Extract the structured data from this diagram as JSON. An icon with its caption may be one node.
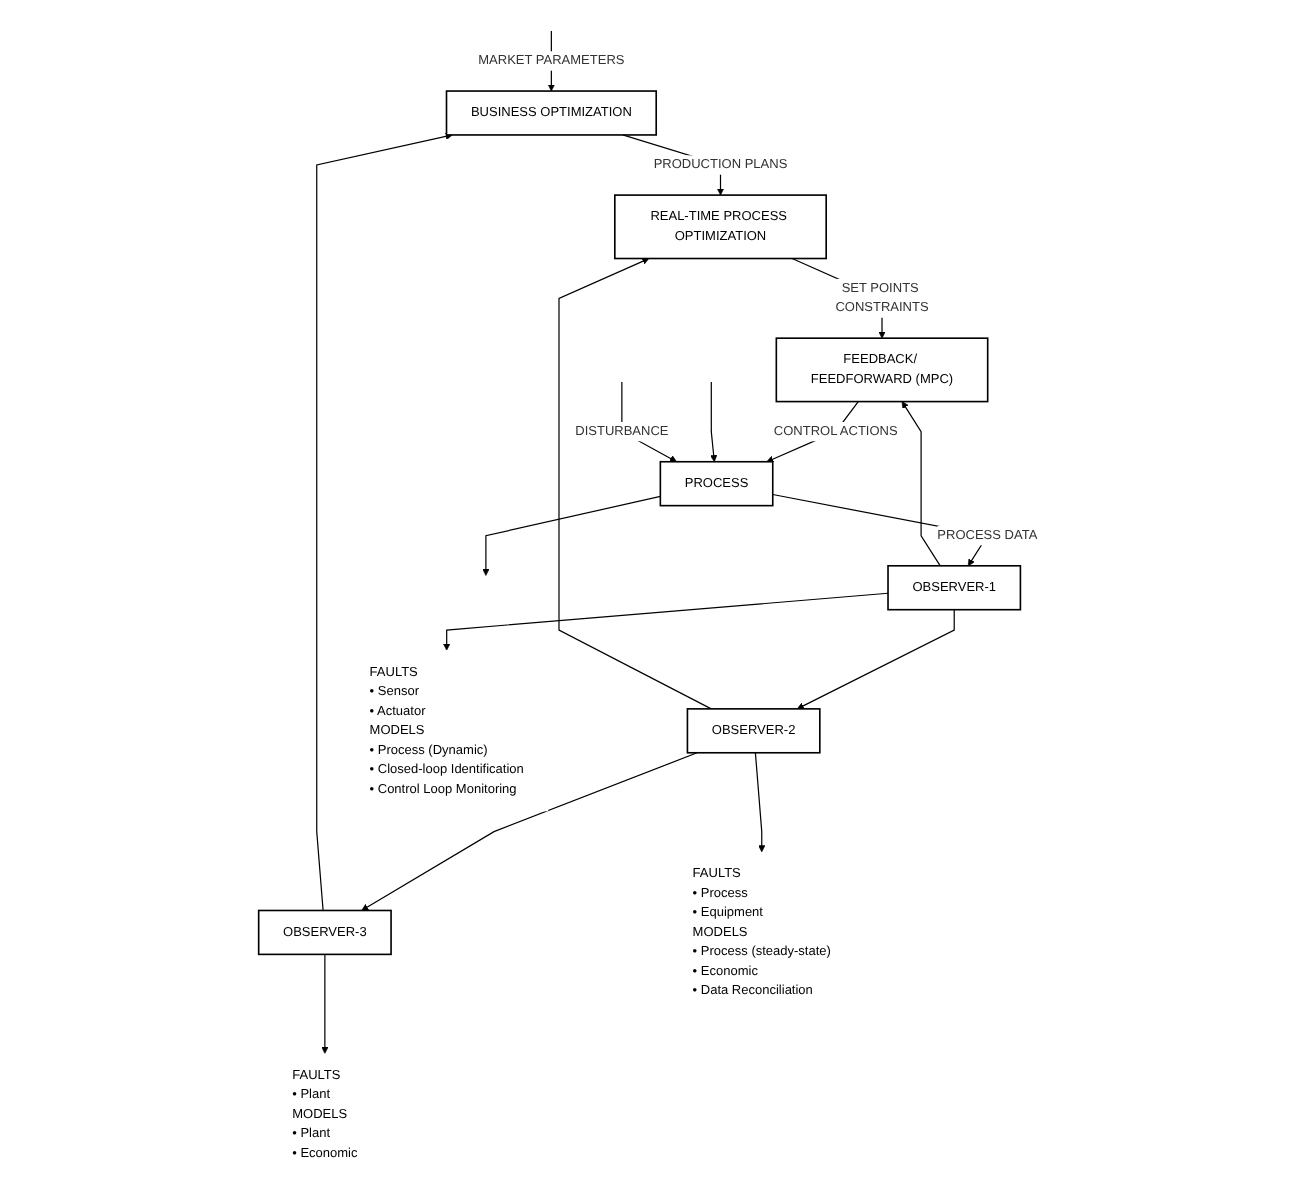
{
  "diagram": {
    "nodes": [
      {
        "text": [
          "BUSINESS OPTIMIZATION"
        ]
      },
      {
        "text": [
          "REAL-TIME PROCESS OPTIMIZATION"
        ]
      },
      {
        "text": [
          "FEEDBACK/ FEEDFORWARD (MPC)"
        ]
      },
      {
        "text": [
          "PROCESS"
        ]
      },
      {
        "text": [
          "OBSERVER-3"
        ]
      },
      {
        "text": [
          "OBSERVER-2"
        ]
      },
      {
        "text": [
          "OBSERVER-1"
        ]
      },
      {
        "text": [
          "FAULTS",
          "• Plant",
          "MODELS",
          "• Plant",
          "• Economic"
        ]
      },
      {
        "text": [
          "FAULTS",
          "• Process",
          "• Equipment",
          "MODELS",
          "• Process (steady-state)",
          "• Economic",
          "• Data Reconciliation"
        ]
      },
      {
        "text": [
          "FAULTS",
          "• Sensor",
          "• Actuator",
          "MODELS",
          "• Process (Dynamic)",
          "• Closed-loop Identification",
          "• Control Loop Monitoring"
        ]
      }
    ],
    "edges": [
      {
        "from": null,
        "to": 0,
        "arrow": "to",
        "label": "MARKET PARAMETERS"
      },
      {
        "from": 0,
        "to": 1,
        "arrow": "to",
        "label": "PRODUCTION PLANS"
      },
      {
        "from": 1,
        "to": 2,
        "arrow": "to",
        "label": "SET POINTS CONSTRAINTS"
      },
      {
        "from": 2,
        "to": 3,
        "arrow": "to",
        "label": "CONTROL ACTIONS"
      },
      {
        "from": null,
        "to": 3,
        "arrow": "to"
      },
      {
        "from": null,
        "to": 3,
        "arrow": "to",
        "label": "DISTURBANCE"
      },
      {
        "from": 3,
        "to": null,
        "arrow": "to"
      },
      {
        "from": 3,
        "to": 6,
        "arrow": "to",
        "label": "PROCESS DATA"
      },
      {
        "from": 6,
        "to": 2,
        "arrow": "to"
      },
      {
        "from": 6,
        "to": 5,
        "arrow": "to"
      },
      {
        "from": 5,
        "to": 1,
        "arrow": "to"
      },
      {
        "from": 5,
        "to": 4,
        "arrow": "to"
      },
      {
        "from": 4,
        "to": 0,
        "arrow": "to"
      },
      {
        "from": 4,
        "to": 7,
        "arrow": "to"
      },
      {
        "from": 5,
        "to": 8,
        "arrow": "to"
      },
      {
        "from": 6,
        "to": 9,
        "arrow": "to"
      }
    ]
  }
}
